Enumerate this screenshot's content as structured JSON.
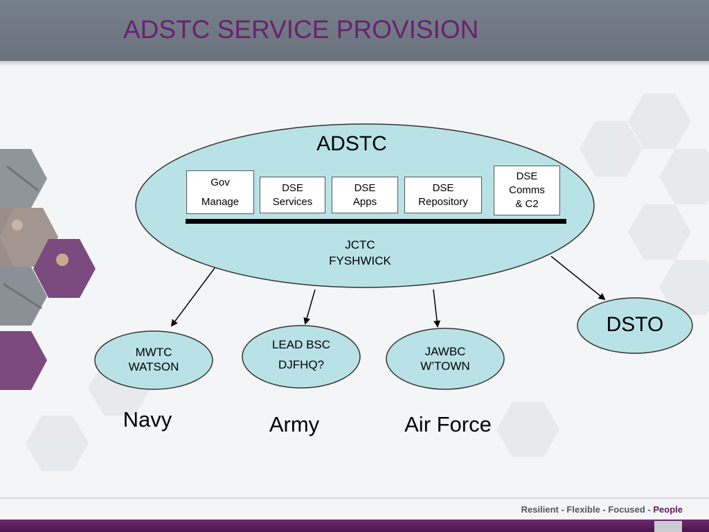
{
  "title": "ADSTC SERVICE PROVISION",
  "hub": {
    "label": "ADSTC",
    "location_line1": "JCTC",
    "location_line2": "FYSHWICK",
    "services": [
      {
        "line1": "Gov",
        "line2": "Manage"
      },
      {
        "line1": "DSE",
        "line2": "Services"
      },
      {
        "line1": "DSE",
        "line2": "Apps"
      },
      {
        "line1": "DSE",
        "line2": "Repository"
      },
      {
        "line1": "DSE",
        "line2": "Comms",
        "line3": "& C2"
      }
    ]
  },
  "nodes": [
    {
      "line1": "MWTC",
      "line2": "WATSON",
      "service": "Navy"
    },
    {
      "line1": "LEAD BSC",
      "line2": "DJFHQ?",
      "service": "Army"
    },
    {
      "line1": "JAWBC",
      "line2": "W’TOWN",
      "service": "Air Force"
    },
    {
      "line1": "DSTO"
    }
  ],
  "footer": {
    "tagline_main": "Resilient - Flexible - Focused - ",
    "tagline_last": "People"
  },
  "colors": {
    "title": "#6b2070",
    "node_fill": "#b9e2e6",
    "header": "#707a84",
    "footer_bar": "#5a1a5e"
  }
}
